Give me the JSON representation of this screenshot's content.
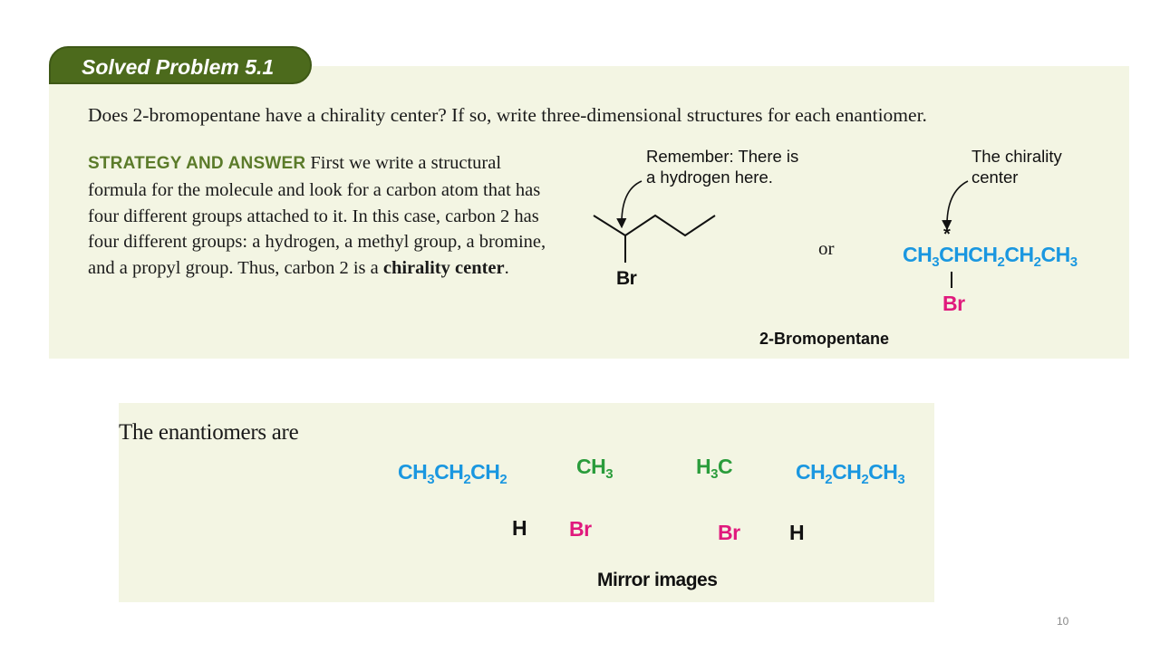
{
  "problem": {
    "tab_label": "Solved Problem 5.1",
    "question": "Does 2-bromopentane have a chirality center? If so, write three-dimensional structures for each enantiomer.",
    "strategy_heading": "STRATEGY AND ANSWER",
    "strategy_text": "First we write a structural formula for the molecule and look for a carbon atom that has four different groups attached to it. In this case, carbon 2 has four different groups: a hydrogen, a methyl group, a bromine, and a propyl group. Thus, carbon 2 is a",
    "strategy_bold": "chirality center",
    "strategy_end": ".",
    "note_hydrogen_line1": "Remember: There is",
    "note_hydrogen_line2": "a hydrogen here.",
    "note_chirality_line1": "The chirality",
    "note_chirality_line2": "center",
    "skeletal_br": "Br",
    "or_text": "or",
    "condensed_star": "*",
    "condensed_br": "Br",
    "compound_name": "2-Bromopentane"
  },
  "enantiomers": {
    "heading": "The enantiomers are",
    "left_h": "H",
    "left_br": "Br",
    "right_h": "H",
    "right_br": "Br",
    "mirror_label": "Mirror images"
  },
  "footer": {
    "page_number": "10"
  },
  "colors": {
    "tab_green": "#4c6a1c",
    "heading_green": "#5b7b2a",
    "panel_bg": "#f3f5e3",
    "formula_blue": "#1a97e0",
    "bromine_pink": "#e0197d",
    "methyl_green": "#2a9c3b"
  }
}
